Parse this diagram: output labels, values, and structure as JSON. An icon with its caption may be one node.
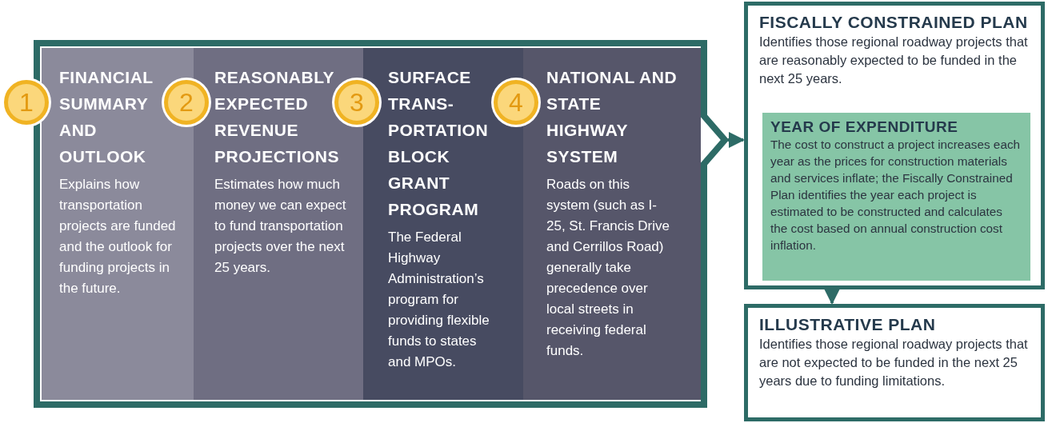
{
  "diagram": {
    "nodes": [
      {
        "text": [],
        "shape": "box"
      },
      {
        "text": [
          "1"
        ]
      },
      {
        "text": [
          "FINANCIAL SUMMARY AND OUTLOOK",
          "Explains how transportation projects are funded and the outlook for funding projects in the future."
        ],
        "in": 0
      },
      {
        "text": [
          "2"
        ],
        "in": 0
      },
      {
        "text": [
          "REASONABLY EXPECTED REVENUE PROJECTIONS",
          "Estimates how much money we can expect to fund transportation projects over the next 25 years."
        ],
        "in": 0
      },
      {
        "text": [
          "3"
        ],
        "in": 0
      },
      {
        "text": [
          "SURFACE TRANS- PORTATION BLOCK GRANT PROGRAM",
          "The Federal Highway Administration’s program for providing flexible funds to states and MPOs."
        ],
        "in": 0
      },
      {
        "text": [
          "4"
        ],
        "in": 0
      },
      {
        "text": [
          "NATIONAL AND STATE HIGHWAY SYSTEM",
          "Roads on this system (such as I-25, St. Francis Drive and Cerrillos Road) generally take precedence over local streets in receiving federal funds."
        ],
        "in": 0
      },
      {
        "text": [
          "FISCALLY CONSTRAINED PLAN",
          "Identifies those regional roadway projects that are reasonably expected to be funded in the next 25 years."
        ]
      },
      {
        "text": [
          "YEAR OF EXPENDITURE",
          "The cost to construct a project increases each year as the prices for construction materials and services inflate; the Fiscally Constrained Plan identifies the year each project is estimated to be constructed and calculates the cost based on annual construction cost inflation."
        ],
        "in": 9
      },
      {
        "text": [
          "ILLUSTRATIVE PLAN",
          "Identifies those regional roadway projects that are not expected to be funded in the next 25 years due to funding limitations."
        ]
      }
    ],
    "edges": [
      {
        "from": 0,
        "to": 9,
        "arrow": "to"
      },
      {
        "from": 9,
        "to": 11,
        "arrow": "to"
      }
    ]
  }
}
